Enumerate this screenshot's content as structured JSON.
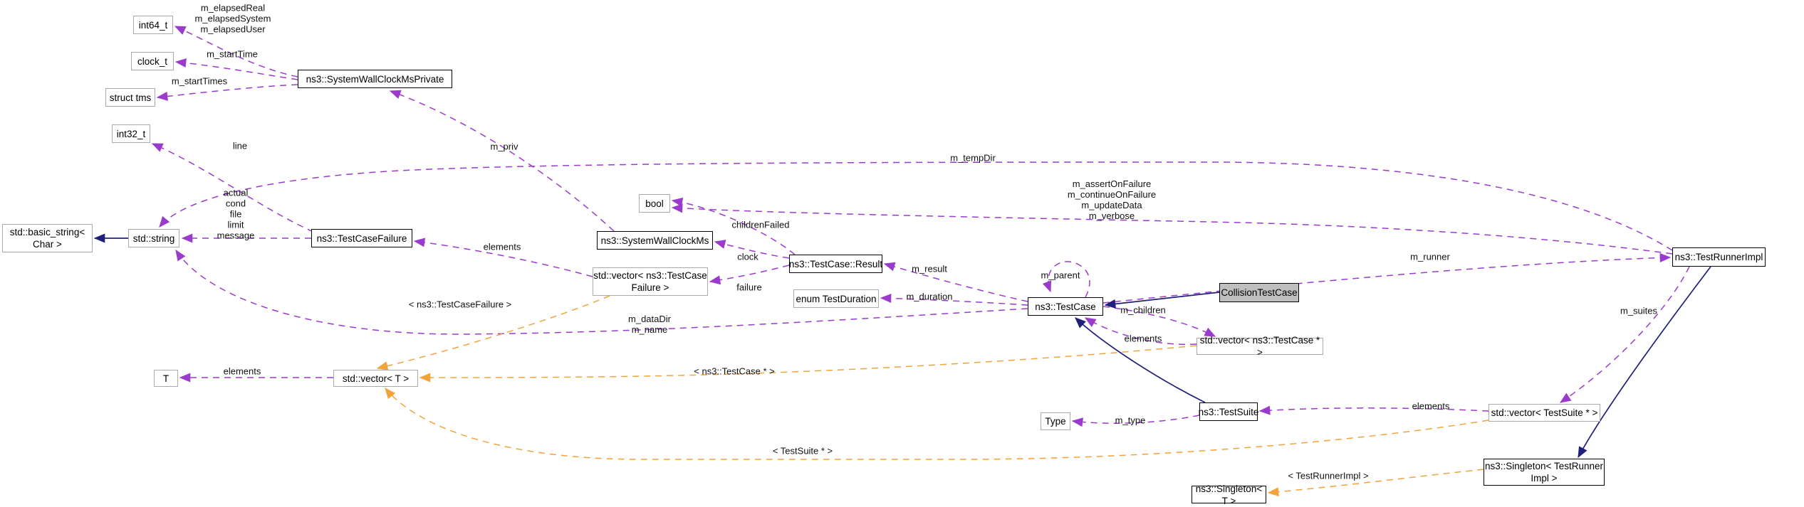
{
  "diagram": {
    "type": "collaboration-graph",
    "selected_class": "CollisionTestCase",
    "colors": {
      "usage_edge": "#9b3bce",
      "template_edge": "#f2a33c",
      "inheritance_edge": "#20207a",
      "documented_border": "#000000",
      "external_border": "#a9a9a9",
      "selected_fill": "#bfbfbf",
      "background": "#ffffff"
    },
    "nodes": {
      "int64_t": {
        "label": "int64_t"
      },
      "clock_t": {
        "label": "clock_t"
      },
      "struct_tms": {
        "label": "struct tms"
      },
      "int32_t": {
        "label": "int32_t"
      },
      "basic_string": {
        "label": "std::basic_string<\nChar >"
      },
      "string": {
        "label": "std::string"
      },
      "t": {
        "label": "T"
      },
      "vector_t": {
        "label": "std::vector< T >"
      },
      "swcmp": {
        "label": "ns3::SystemWallClockMsPrivate"
      },
      "test_case_failure": {
        "label": "ns3::TestCaseFailure"
      },
      "swcm": {
        "label": "ns3::SystemWallClockMs"
      },
      "bool": {
        "label": "bool"
      },
      "vector_failure": {
        "label": "std::vector< ns3::TestCase\nFailure >"
      },
      "result": {
        "label": "ns3::TestCase::Result"
      },
      "duration": {
        "label": "enum TestDuration"
      },
      "test_case": {
        "label": "ns3::TestCase"
      },
      "collision": {
        "label": "CollisionTestCase"
      },
      "vector_testcase": {
        "label": "std::vector< ns3::TestCase * >"
      },
      "runner": {
        "label": "ns3::TestRunnerImpl"
      },
      "type": {
        "label": "Type"
      },
      "test_suite": {
        "label": "ns3::TestSuite"
      },
      "vector_suite": {
        "label": "std::vector< TestSuite * >"
      },
      "singleton_tr": {
        "label": "ns3::Singleton< TestRunner\nImpl >"
      },
      "singleton_t": {
        "label": "ns3::Singleton< T >"
      }
    },
    "edge_labels": {
      "elapsed": {
        "text": "m_elapsedReal\nm_elapsedSystem\nm_elapsedUser"
      },
      "start_time": {
        "text": "m_startTime"
      },
      "start_times": {
        "text": "m_startTimes"
      },
      "line": {
        "text": "line"
      },
      "failure_members": {
        "text": "actual\ncond\nfile\nlimit\nmessage"
      },
      "m_priv": {
        "text": "m_priv"
      },
      "m_temp_dir": {
        "text": "m_tempDir"
      },
      "runner_flags": {
        "text": "m_assertOnFailure\nm_continueOnFailure\nm_updateData\nm_verbose"
      },
      "children_failed": {
        "text": "childrenFailed"
      },
      "clock": {
        "text": "clock"
      },
      "failure": {
        "text": "failure"
      },
      "m_result": {
        "text": "m_result"
      },
      "m_duration": {
        "text": "m_duration"
      },
      "data_dir": {
        "text": "m_dataDir\nm_name"
      },
      "m_parent": {
        "text": "m_parent"
      },
      "m_children": {
        "text": "m_children"
      },
      "elements_testcase": {
        "text": "elements"
      },
      "elements_failure": {
        "text": "elements"
      },
      "m_runner": {
        "text": "m_runner"
      },
      "m_suites": {
        "text": "m_suites"
      },
      "elements_t": {
        "text": "elements"
      },
      "elements_suite": {
        "text": "elements"
      },
      "m_type": {
        "text": "m_type"
      },
      "tmpl_failure": {
        "text": "< ns3::TestCaseFailure >"
      },
      "tmpl_testcase": {
        "text": "< ns3::TestCase * >"
      },
      "tmpl_suite": {
        "text": "< TestSuite * >"
      },
      "tmpl_runner": {
        "text": "< TestRunnerImpl >"
      }
    },
    "edges": [
      {
        "from": "ns3::SystemWallClockMsPrivate",
        "to": "int64_t",
        "label": "m_elapsedReal m_elapsedSystem m_elapsedUser",
        "kind": "usage"
      },
      {
        "from": "ns3::SystemWallClockMsPrivate",
        "to": "clock_t",
        "label": "m_startTime",
        "kind": "usage"
      },
      {
        "from": "ns3::SystemWallClockMsPrivate",
        "to": "struct tms",
        "label": "m_startTimes",
        "kind": "usage"
      },
      {
        "from": "ns3::SystemWallClockMs",
        "to": "ns3::SystemWallClockMsPrivate",
        "label": "m_priv",
        "kind": "usage"
      },
      {
        "from": "ns3::TestCaseFailure",
        "to": "std::string",
        "label": "actual cond file limit message",
        "kind": "usage"
      },
      {
        "from": "ns3::TestCaseFailure",
        "to": "int32_t",
        "label": "line",
        "kind": "usage"
      },
      {
        "from": "ns3::TestCase::Result",
        "to": "ns3::SystemWallClockMs",
        "label": "clock",
        "kind": "usage"
      },
      {
        "from": "ns3::TestCase::Result",
        "to": "std::vector< ns3::TestCaseFailure >",
        "label": "failure",
        "kind": "usage"
      },
      {
        "from": "ns3::TestCase::Result",
        "to": "bool",
        "label": "childrenFailed",
        "kind": "usage"
      },
      {
        "from": "ns3::TestCase",
        "to": "ns3::TestCase::Result",
        "label": "m_result",
        "kind": "usage"
      },
      {
        "from": "ns3::TestCase",
        "to": "enum TestDuration",
        "label": "m_duration",
        "kind": "usage"
      },
      {
        "from": "ns3::TestCase",
        "to": "ns3::TestCase",
        "label": "m_parent",
        "kind": "usage"
      },
      {
        "from": "ns3::TestCase",
        "to": "std::vector< ns3::TestCase * >",
        "label": "m_children",
        "kind": "usage"
      },
      {
        "from": "std::vector< ns3::TestCase * >",
        "to": "ns3::TestCase",
        "label": "elements",
        "kind": "usage"
      },
      {
        "from": "std::vector< ns3::TestCaseFailure >",
        "to": "ns3::TestCaseFailure",
        "label": "elements",
        "kind": "usage"
      },
      {
        "from": "ns3::TestRunnerImpl",
        "to": "std::string",
        "label": "m_tempDir",
        "kind": "usage"
      },
      {
        "from": "ns3::TestRunnerImpl",
        "to": "bool",
        "label": "m_assertOnFailure m_continueOnFailure m_updateData m_verbose",
        "kind": "usage"
      },
      {
        "from": "ns3::TestRunnerImpl",
        "to": "std::vector< TestSuite * >",
        "label": "m_suites",
        "kind": "usage"
      },
      {
        "from": "std::vector< TestSuite * >",
        "to": "ns3::TestSuite",
        "label": "elements",
        "kind": "usage"
      },
      {
        "from": "ns3::TestSuite",
        "to": "Type",
        "label": "m_type",
        "kind": "usage"
      },
      {
        "from": "ns3::TestCase",
        "to": "ns3::TestRunnerImpl",
        "label": "m_runner",
        "kind": "usage"
      },
      {
        "from": "std::vector< T >",
        "to": "T",
        "label": "elements",
        "kind": "usage"
      },
      {
        "from": "ns3::TestCase",
        "to": "std::string",
        "label": "m_dataDir m_name",
        "kind": "usage"
      },
      {
        "from": "std::vector< ns3::TestCaseFailure >",
        "to": "std::vector< T >",
        "label": "< ns3::TestCaseFailure >",
        "kind": "template"
      },
      {
        "from": "std::vector< ns3::TestCase * >",
        "to": "std::vector< T >",
        "label": "< ns3::TestCase * >",
        "kind": "template"
      },
      {
        "from": "std::vector< TestSuite * >",
        "to": "std::vector< T >",
        "label": "< TestSuite * >",
        "kind": "template"
      },
      {
        "from": "ns3::Singleton< TestRunnerImpl >",
        "to": "ns3::Singleton< T >",
        "label": "< TestRunnerImpl >",
        "kind": "template"
      },
      {
        "from": "std::string",
        "to": "std::basic_string< Char >",
        "label": "",
        "kind": "inheritance"
      },
      {
        "from": "CollisionTestCase",
        "to": "ns3::TestCase",
        "label": "",
        "kind": "inheritance"
      },
      {
        "from": "ns3::TestSuite",
        "to": "ns3::TestCase",
        "label": "",
        "kind": "inheritance"
      },
      {
        "from": "ns3::TestRunnerImpl",
        "to": "ns3::Singleton< TestRunnerImpl >",
        "label": "",
        "kind": "inheritance"
      }
    ]
  }
}
